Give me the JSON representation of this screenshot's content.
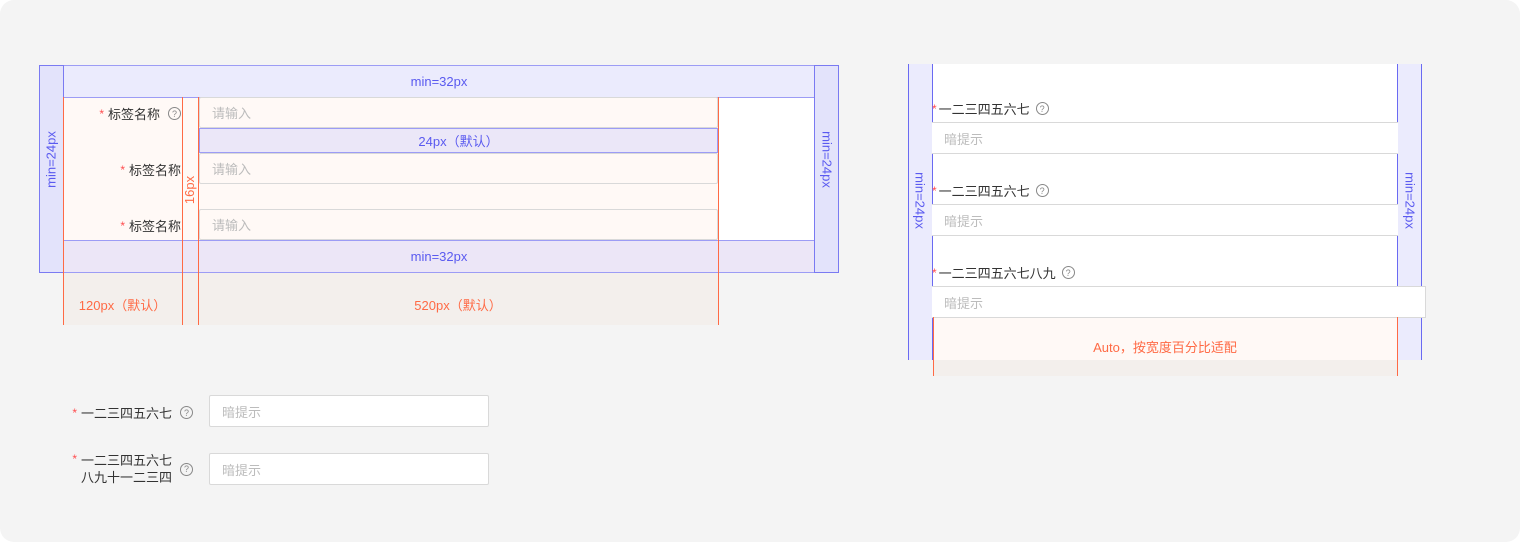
{
  "left_diagram": {
    "top_band": "min=32px",
    "bottom_band": "min=32px",
    "left_col": "min=24px",
    "right_col": "min=24px",
    "row_gap": "24px（默认）",
    "label_gap": "16px",
    "label_width": "120px（默认）",
    "control_width": "520px（默认）",
    "rows": [
      {
        "label": "标签名称",
        "placeholder": "请输入",
        "help": true
      },
      {
        "label": "标签名称",
        "placeholder": "请输入",
        "help": false
      },
      {
        "label": "标签名称",
        "placeholder": "请输入",
        "help": false
      }
    ]
  },
  "right_diagram": {
    "left_col": "min=24px",
    "right_col": "min=24px",
    "auto_note": "Auto，按宽度百分比适配",
    "rows": [
      {
        "label": "一二三四五六七",
        "placeholder": "暗提示"
      },
      {
        "label": "一二三四五六七",
        "placeholder": "暗提示"
      },
      {
        "label": "一二三四五六七八九",
        "placeholder": "暗提示"
      }
    ]
  },
  "examples": [
    {
      "label": "一二三四五六七",
      "label_line2": "",
      "placeholder": "暗提示"
    },
    {
      "label": "一二三四五六七",
      "label_line2": "八九十一二三四",
      "placeholder": "暗提示"
    }
  ],
  "required_mark": "*",
  "help_glyph": "?"
}
